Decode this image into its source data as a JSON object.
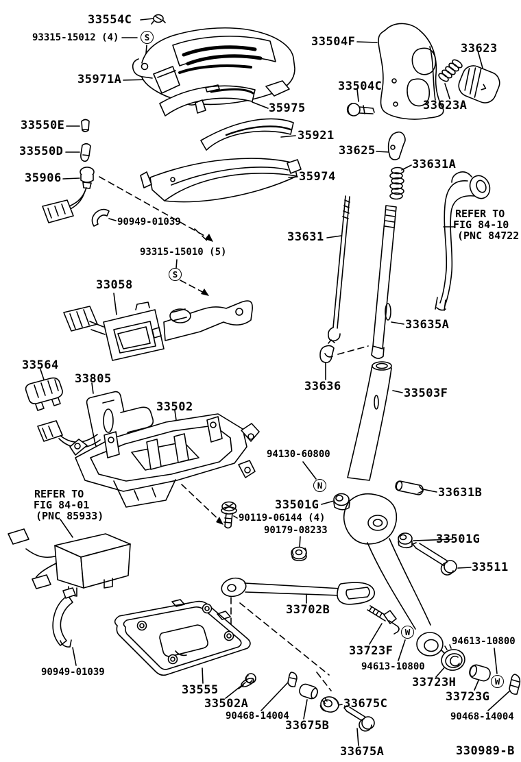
{
  "page": {
    "background": "#ffffff",
    "ink": "#000000"
  },
  "figure_code": "330989-B",
  "symbols": [
    {
      "letter": "S"
    },
    {
      "letter": "S"
    },
    {
      "letter": "N"
    },
    {
      "letter": "W"
    },
    {
      "letter": "W"
    }
  ],
  "notes": [
    {
      "lines": [
        "REFER TO",
        "FIG 84-10",
        "(PNC 84722"
      ]
    },
    {
      "lines": [
        "REFER TO",
        "FIG 84-01",
        "(PNC 85933)"
      ]
    }
  ],
  "labels": [
    {
      "text": "33554C"
    },
    {
      "text": "93315-15012 (4)"
    },
    {
      "text": "35971A"
    },
    {
      "text": "33504F"
    },
    {
      "text": "33623"
    },
    {
      "text": "33504C"
    },
    {
      "text": "33623A"
    },
    {
      "text": "35975"
    },
    {
      "text": "33550E"
    },
    {
      "text": "35921"
    },
    {
      "text": "33550D"
    },
    {
      "text": "33625"
    },
    {
      "text": "33631A"
    },
    {
      "text": "35906"
    },
    {
      "text": "35974"
    },
    {
      "text": "90949-01039"
    },
    {
      "text": "33631"
    },
    {
      "text": "93315-15010 (5)"
    },
    {
      "text": "33058"
    },
    {
      "text": "33635A"
    },
    {
      "text": "33564"
    },
    {
      "text": "33805"
    },
    {
      "text": "33636"
    },
    {
      "text": "33503F"
    },
    {
      "text": "33502"
    },
    {
      "text": "94130-60800"
    },
    {
      "text": "33501G"
    },
    {
      "text": "33631B"
    },
    {
      "text": "90119-06144 (4)"
    },
    {
      "text": "90179-08233"
    },
    {
      "text": "33501G"
    },
    {
      "text": "33511"
    },
    {
      "text": "33702B"
    },
    {
      "text": "33723F"
    },
    {
      "text": "94613-10800"
    },
    {
      "text": "94613-10800"
    },
    {
      "text": "33723H"
    },
    {
      "text": "33723G"
    },
    {
      "text": "90468-14004"
    },
    {
      "text": "90949-01039"
    },
    {
      "text": "33555"
    },
    {
      "text": "33502A"
    },
    {
      "text": "90468-14004"
    },
    {
      "text": "33675B"
    },
    {
      "text": "33675C"
    },
    {
      "text": "33675A"
    }
  ]
}
